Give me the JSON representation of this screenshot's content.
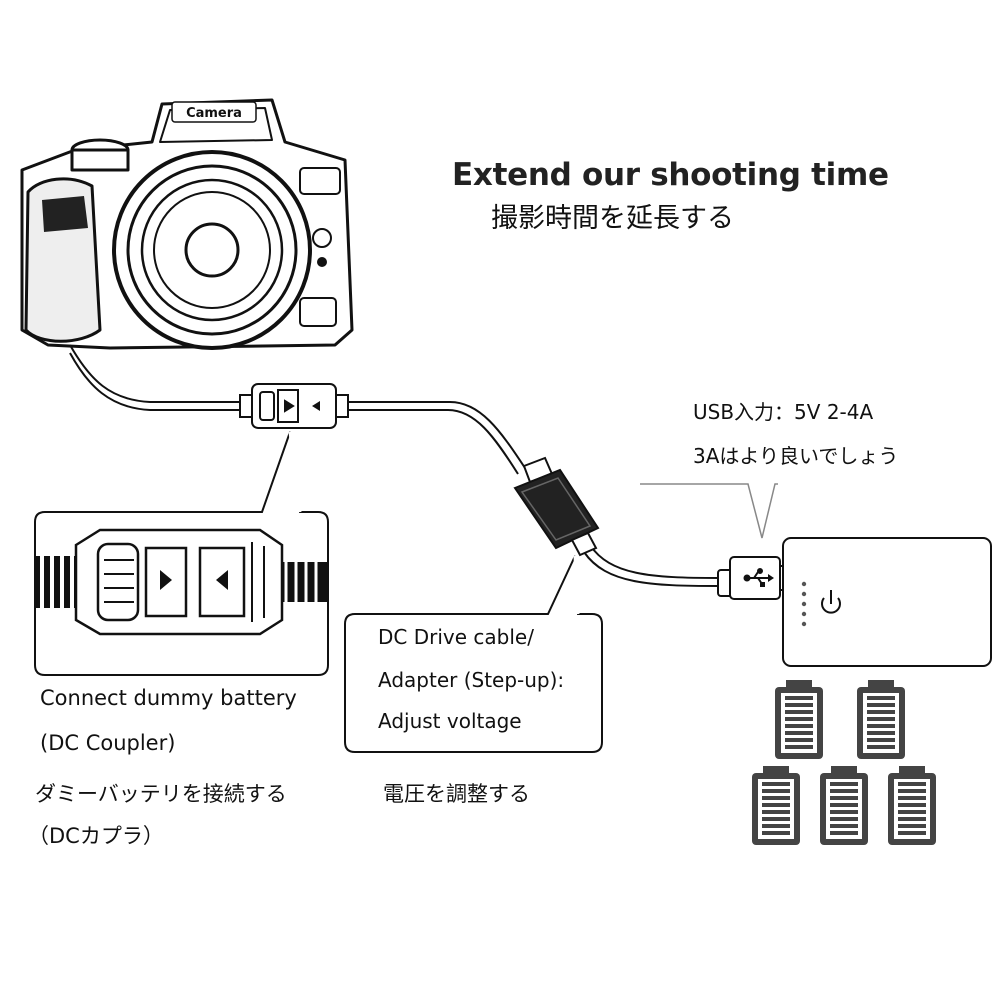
{
  "headline": {
    "en": "Extend our shooting time",
    "ja": "撮影時間を延長する"
  },
  "camera": {
    "badge_text": "Camera"
  },
  "usb_note": {
    "line1": "USB入力：5V 2-4A",
    "line2": "3Aはより良いでしょう"
  },
  "dummy_battery": {
    "line1": "Connect dummy battery",
    "line2": "(DC Coupler)",
    "ja_line1": "ダミーバッテリを接続する",
    "ja_line2": "（DCカプラ）"
  },
  "drive_cable": {
    "line1": "DC Drive cable/",
    "line2": "Adapter (Step-up):",
    "line3": "Adjust voltage",
    "ja": "電圧を調整する"
  },
  "icons": [
    "camera-icon",
    "dummy-battery-icon",
    "step-up-adapter-icon",
    "usb-plug-icon",
    "power-bank-icon",
    "battery-icon"
  ],
  "colors": {
    "line": "#111111",
    "background": "#ffffff"
  }
}
